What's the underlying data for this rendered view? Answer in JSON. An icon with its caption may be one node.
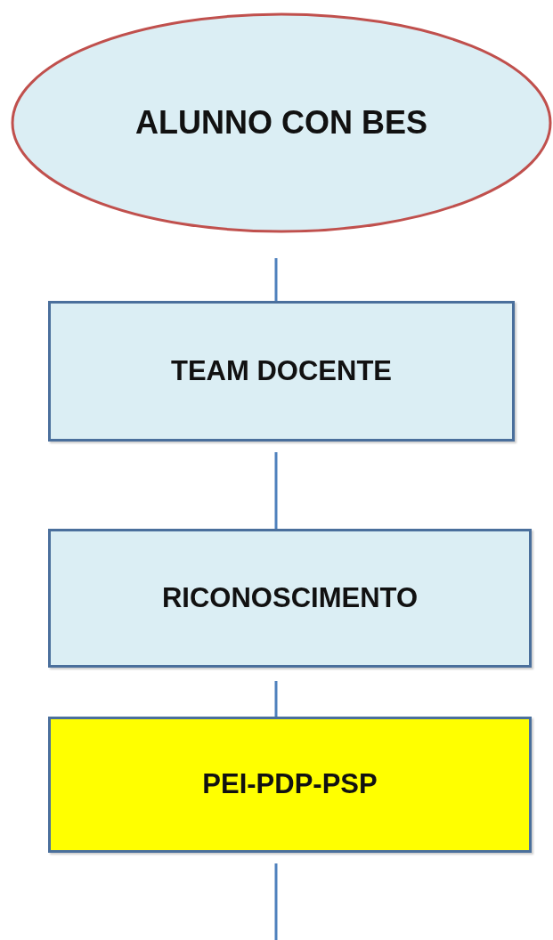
{
  "diagram": {
    "nodes": [
      {
        "text": [
          "ALUNNO CON BES"
        ]
      },
      {
        "text": [
          "TEAM DOCENTE"
        ]
      },
      {
        "text": [
          "RICONOSCIMENTO"
        ]
      },
      {
        "text": [
          "PEI-PDP-PSP"
        ]
      }
    ],
    "edges": [
      {
        "from": 0,
        "to": 1,
        "arrow": "none"
      },
      {
        "from": 1,
        "to": 2,
        "arrow": "none"
      },
      {
        "from": 2,
        "to": 3,
        "arrow": "none"
      },
      {
        "from": 3,
        "to": null,
        "arrow": "none"
      }
    ]
  }
}
